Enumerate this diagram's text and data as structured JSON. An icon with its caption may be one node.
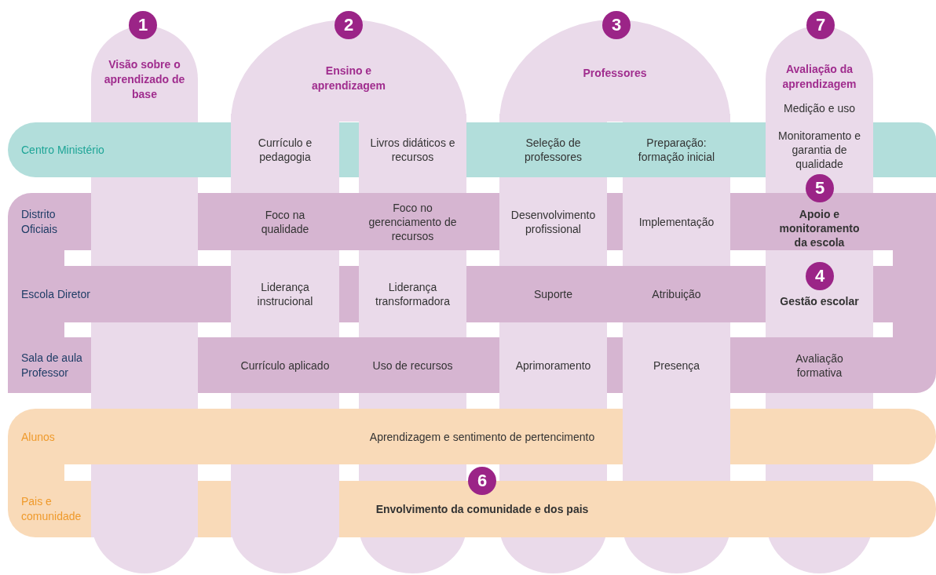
{
  "diagram": {
    "nodes": [
      {
        "text": [
          "1"
        ]
      },
      {
        "text": [
          "Visão sobre o aprendizado de base"
        ]
      },
      {
        "text": [
          "2"
        ]
      },
      {
        "text": [
          "Ensino e aprendizagem"
        ]
      },
      {
        "text": [
          "3"
        ]
      },
      {
        "text": [
          "Professores"
        ]
      },
      {
        "text": [
          "7"
        ]
      },
      {
        "text": [
          "Avaliação da aprendizagem",
          "Medição e uso"
        ]
      },
      {
        "text": [
          "Centro Ministério"
        ]
      },
      {
        "text": [
          "Currículo e pedagogia"
        ]
      },
      {
        "text": [
          "Livros didáticos e recursos"
        ]
      },
      {
        "text": [
          "Seleção de professores"
        ]
      },
      {
        "text": [
          "Preparação: formação inicial"
        ]
      },
      {
        "text": [
          "Monitoramento e garantia de qualidade"
        ]
      },
      {
        "text": [
          "5"
        ],
        "in": 7
      },
      {
        "text": [
          "Distrito Oficiais"
        ]
      },
      {
        "text": [
          "Foco na qualidade"
        ]
      },
      {
        "text": [
          "Foco no gerenciamento de recursos"
        ]
      },
      {
        "text": [
          "Desenvolvimento profissional"
        ]
      },
      {
        "text": [
          "Implementação"
        ]
      },
      {
        "text": [
          "Apoio e monitoramento da escola"
        ]
      },
      {
        "text": [
          "4"
        ],
        "in": 7
      },
      {
        "text": [
          "Escola Diretor"
        ]
      },
      {
        "text": [
          "Liderança instrucional"
        ]
      },
      {
        "text": [
          "Liderança transformadora"
        ]
      },
      {
        "text": [
          "Suporte"
        ]
      },
      {
        "text": [
          "Atribuição"
        ]
      },
      {
        "text": [
          "Gestão escolar"
        ]
      },
      {
        "text": [
          "Sala de aula Professor"
        ]
      },
      {
        "text": [
          "Currículo aplicado"
        ]
      },
      {
        "text": [
          "Uso de recursos"
        ]
      },
      {
        "text": [
          "Aprimoramento"
        ]
      },
      {
        "text": [
          "Presença"
        ]
      },
      {
        "text": [
          "Avaliação formativa"
        ]
      },
      {
        "text": [
          "Alunos",
          "Aprendizagem e sentimento de pertencimento"
        ]
      },
      {
        "text": [
          "6"
        ]
      },
      {
        "text": [
          "Pais e comunidade",
          "Envolvimento da comunidade e dos pais"
        ]
      },
      {
        "text": [],
        "shape": "bar"
      },
      {
        "text": [],
        "shape": "bar"
      },
      {
        "text": [],
        "shape": "bar"
      },
      {
        "text": [],
        "shape": "bar"
      },
      {
        "text": [],
        "shape": "bar"
      },
      {
        "text": [],
        "shape": "box"
      },
      {
        "text": [],
        "shape": "box"
      },
      {
        "text": [],
        "shape": "box"
      },
      {
        "text": [],
        "shape": "box"
      },
      {
        "text": [],
        "shape": "box"
      }
    ]
  }
}
